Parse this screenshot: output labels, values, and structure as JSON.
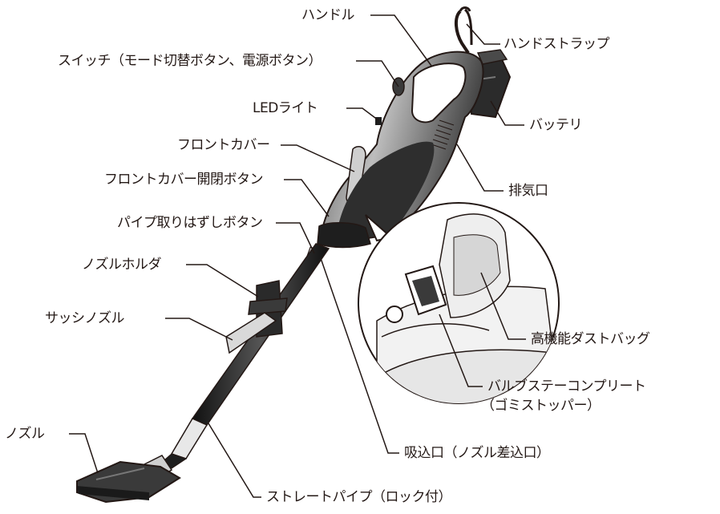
{
  "labels": {
    "handle": "ハンドル",
    "hand_strap": "ハンドストラップ",
    "switch": "スイッチ（モード切替ボタン、電源ボタン）",
    "led_light": "LEDライト",
    "battery": "バッテリ",
    "front_cover": "フロントカバー",
    "exhaust": "排気口",
    "front_cover_open_button": "フロントカバー開閉ボタン",
    "pipe_release_button": "パイプ取りはずしボタン",
    "nozzle_holder": "ノズルホルダ",
    "crevice_nozzle": "サッシノズル",
    "dust_bag": "高機能ダストバッグ",
    "valve_line1": "バルブステーコンプリート",
    "valve_line2": "（ゴミストッパー）",
    "nozzle": "ノズル",
    "suction_port": "吸込口（ノズル差込口）",
    "straight_pipe": "ストレートパイプ（ロック付）"
  },
  "colors": {
    "line": "#231815",
    "body_dark": "#2b2b2b",
    "body_mid": "#7a7a7a",
    "body_light": "#d8d8d8"
  }
}
